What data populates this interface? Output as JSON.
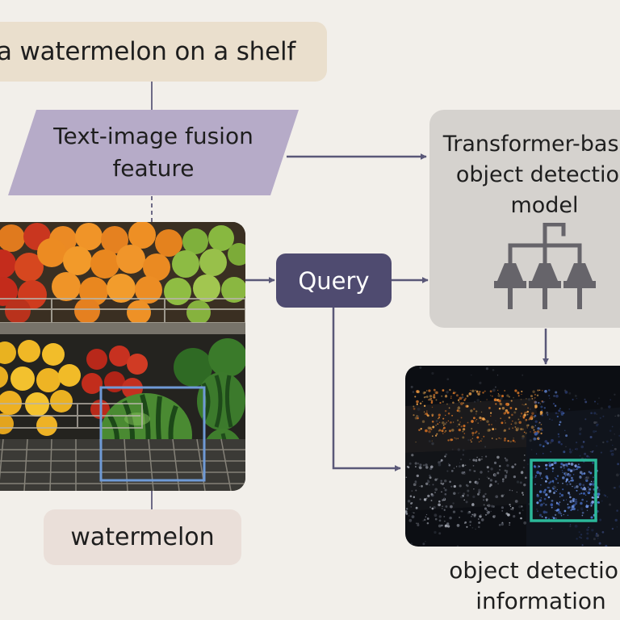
{
  "nodes": {
    "text_prompt": "a watermelon on a shelf",
    "fusion": {
      "line1": "Text-image fusion",
      "line2": "feature"
    },
    "transformer": {
      "line1": "Transformer-based",
      "line2": "object detection",
      "line3": "model"
    },
    "query": "Query",
    "keyword": "watermelon",
    "output": {
      "line1": "object detection",
      "line2": "information"
    }
  },
  "colors": {
    "background": "#f2efea",
    "prompt_fill": "#eadfcd",
    "fusion_fill": "#b6abc8",
    "transformer_fill": "#d5d2ce",
    "query_fill": "#4f4b70",
    "keyword_fill": "#eadfd9",
    "arrow": "#5a5878",
    "target_box_photo": "#6f9ad6",
    "target_box_detection": "#2bb89a"
  },
  "icons": {
    "network": "network-diagram-icon",
    "arrowhead": "arrowhead-icon"
  }
}
